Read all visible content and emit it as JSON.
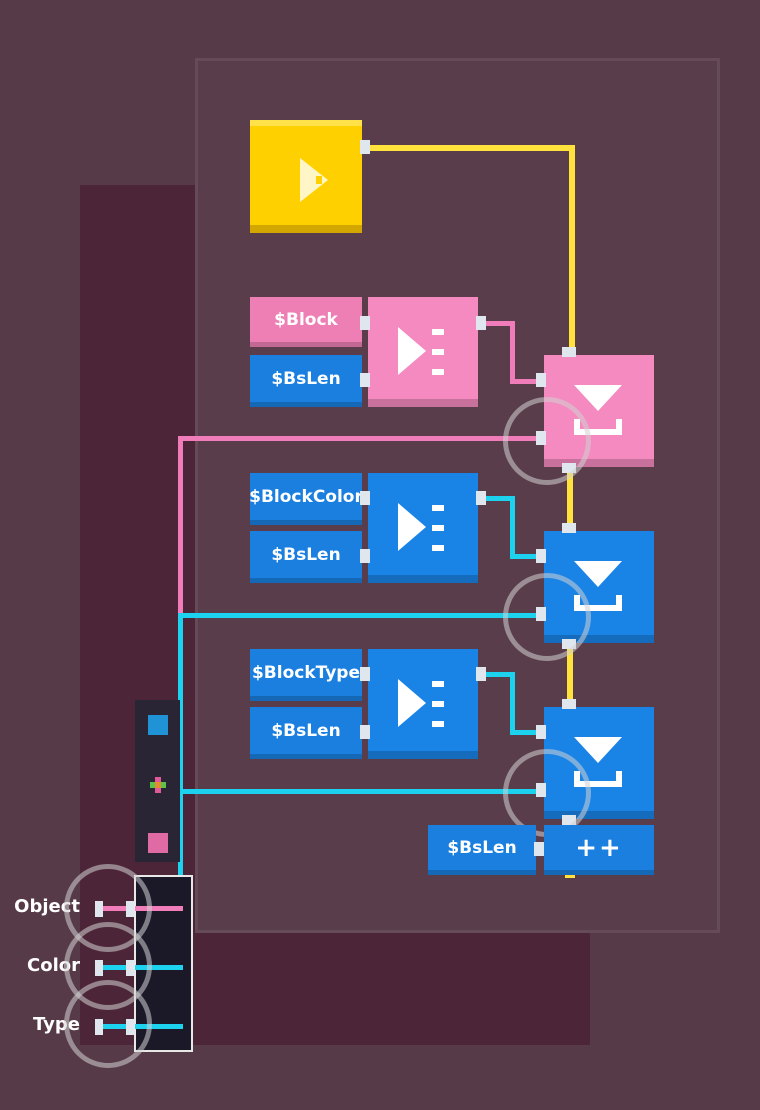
{
  "nodes": {
    "start_icon": "play-triangle-icon",
    "block_var": "$Block",
    "blocklen_var": "$BsLen",
    "blockcolor_var": "$BlockColor",
    "colorlen_var": "$BsLen",
    "blocktype_var": "$BlockType",
    "typelen_var": "$BsLen",
    "counter_var": "$BsLen",
    "increment_label": "++"
  },
  "io": {
    "object_label": "Object",
    "color_label": "Color",
    "type_label": "Type"
  },
  "colors": {
    "background": "#573a48",
    "wire_exec": "#ffe23c",
    "wire_object": "#f07dba",
    "wire_value": "#1cd2ef",
    "node_blue": "#1a84e6",
    "node_pink": "#f48ac0",
    "node_start": "#ffd000"
  }
}
